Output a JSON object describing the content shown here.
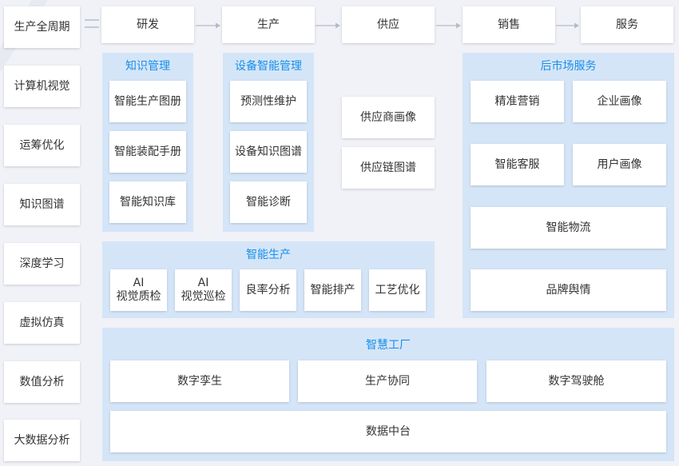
{
  "colors": {
    "background": "#f0f2f7",
    "panel": "#d5e5f8",
    "panel_title": "#1890e8",
    "card": "#ffffff",
    "text": "#333333",
    "arrow": "#b5bcc6"
  },
  "left_column": [
    "生产全周期",
    "计算机视觉",
    "运筹优化",
    "知识图谱",
    "深度学习",
    "虚拟仿真",
    "数值分析",
    "大数据分析"
  ],
  "lifecycle": [
    "研发",
    "生产",
    "供应",
    "销售",
    "服务"
  ],
  "knowledge_management": {
    "title": "知识管理",
    "items": [
      "智能生产图册",
      "智能装配手册",
      "智能知识库"
    ]
  },
  "equipment_management": {
    "title": "设备智能管理",
    "items": [
      "预测性维护",
      "设备知识图谱",
      "智能诊断"
    ]
  },
  "supply": {
    "items": [
      "供应商画像",
      "供应链图谱"
    ]
  },
  "after_sales": {
    "title": "后市场服务",
    "items": [
      "精准营销",
      "企业画像",
      "智能客服",
      "用户画像",
      "智能物流",
      "品牌舆情"
    ]
  },
  "smart_production": {
    "title": "智能生产",
    "items": [
      {
        "line1": "AI",
        "line2": "视觉质检"
      },
      {
        "line1": "AI",
        "line2": "视觉巡检"
      },
      {
        "line1": "良率分析",
        "line2": ""
      },
      {
        "line1": "智能排产",
        "line2": ""
      },
      {
        "line1": "工艺优化",
        "line2": ""
      }
    ]
  },
  "smart_factory": {
    "title": "智慧工厂",
    "items": [
      "数字孪生",
      "生产协同",
      "数字驾驶舱"
    ],
    "base": "数据中台"
  }
}
